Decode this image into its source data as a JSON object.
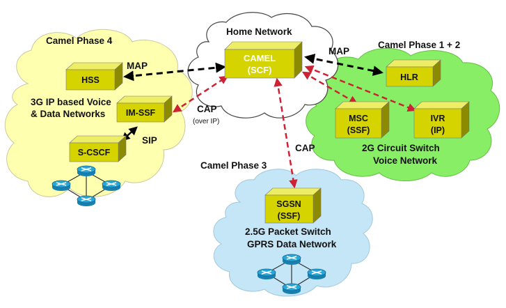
{
  "regions": {
    "home": "Home Network",
    "phase4": "Camel Phase 4",
    "phase12": "Camel Phase 1 + 2",
    "phase3": "Camel Phase 3"
  },
  "network_labels": {
    "ims_line1": "3G IP based Voice",
    "ims_line2": "& Data Networks",
    "cs_line1": "2G Circuit Switch",
    "cs_line2": "Voice Network",
    "ps_line1": "2.5G Packet Switch",
    "ps_line2": "GPRS Data Network"
  },
  "nodes": {
    "camel_line1": "CAMEL",
    "camel_line2": "(SCF)",
    "hss": "HSS",
    "imssf": "IM-SSF",
    "scscf": "S-CSCF",
    "hlr": "HLR",
    "msc_line1": "MSC",
    "msc_line2": "(SSF)",
    "ivr_line1": "IVR",
    "ivr_line2": "(IP)",
    "sgsn_line1": "SGSN",
    "sgsn_line2": "(SSF)"
  },
  "links": {
    "map_left": "MAP",
    "map_right": "MAP",
    "cap_left": "CAP",
    "cap_left_sub": "(over IP)",
    "cap_down": "CAP",
    "sip": "SIP"
  },
  "colors": {
    "box_front": "#d6d400",
    "box_top": "#eeee66",
    "box_side": "#8c8a00",
    "cloud_ims": "#ffffb0",
    "cloud_cs": "#88ee66",
    "cloud_ps": "#c4e6f6",
    "cloud_home": "#ffffff",
    "cap_arrow": "#cc2233",
    "map_arrow": "#000000",
    "router": "#2aa6d6"
  }
}
